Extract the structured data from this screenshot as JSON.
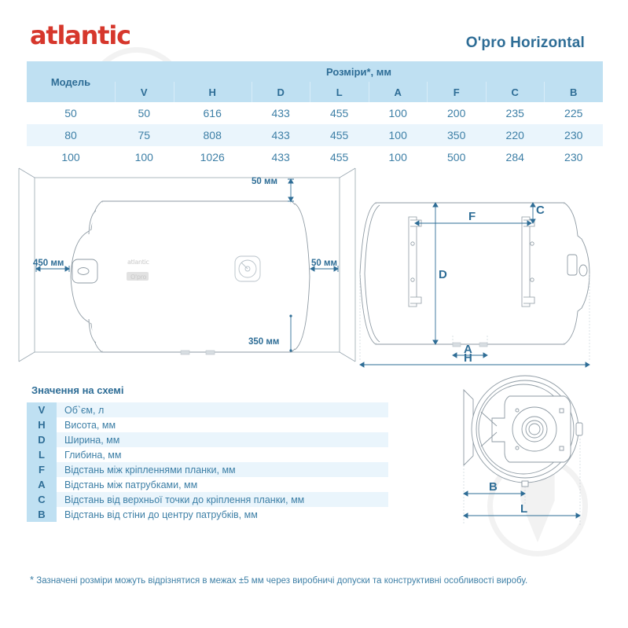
{
  "header": {
    "brand": "atlantic",
    "model_title": "O'pro Horizontal",
    "brand_color": "#d6372c",
    "accent_color": "#2e6d96",
    "header_bg": "#bfe0f2",
    "row_alt_bg": "#eaf5fc"
  },
  "spec_table": {
    "model_header": "Модель",
    "group_header": "Розміри*, мм",
    "columns": [
      "V",
      "H",
      "D",
      "L",
      "A",
      "F",
      "C",
      "B"
    ],
    "rows": [
      {
        "model": "50",
        "values": [
          "50",
          "616",
          "433",
          "455",
          "100",
          "200",
          "235",
          "225"
        ]
      },
      {
        "model": "80",
        "values": [
          "75",
          "808",
          "433",
          "455",
          "100",
          "350",
          "220",
          "230"
        ]
      },
      {
        "model": "100",
        "values": [
          "100",
          "1026",
          "433",
          "455",
          "100",
          "500",
          "284",
          "230"
        ]
      }
    ]
  },
  "legend": {
    "title": "Значення на схемі",
    "items": [
      {
        "key": "V",
        "desc": "Об`єм, л"
      },
      {
        "key": "H",
        "desc": "Висота, мм"
      },
      {
        "key": "D",
        "desc": "Ширина, мм"
      },
      {
        "key": "L",
        "desc": "Глибина, мм"
      },
      {
        "key": "F",
        "desc": "Відстань між кріпленнями планки, мм"
      },
      {
        "key": "A",
        "desc": "Відстань між патрубками, мм"
      },
      {
        "key": "C",
        "desc": "Відстань від верхньої точки до кріплення планки, мм"
      },
      {
        "key": "B",
        "desc": "Відстань від стіни до центру патрубків, мм"
      }
    ]
  },
  "footnote": {
    "star": "*",
    "text": "Зазначені розміри можуть відрізнятися в межах ±5 мм через виробничі допуски та конструктивні особливості виробу."
  },
  "clearance_diagram": {
    "left_clearance": "450 мм",
    "top_clearance": "50 мм",
    "right_clearance": "50 мм",
    "bottom_clearance": "350 мм",
    "tank_brand": "atlantic",
    "tank_badge": "O'pro"
  },
  "front_diagram": {
    "labels": [
      "F",
      "C",
      "D",
      "A",
      "H"
    ]
  },
  "end_diagram": {
    "labels": [
      "B",
      "L"
    ]
  }
}
